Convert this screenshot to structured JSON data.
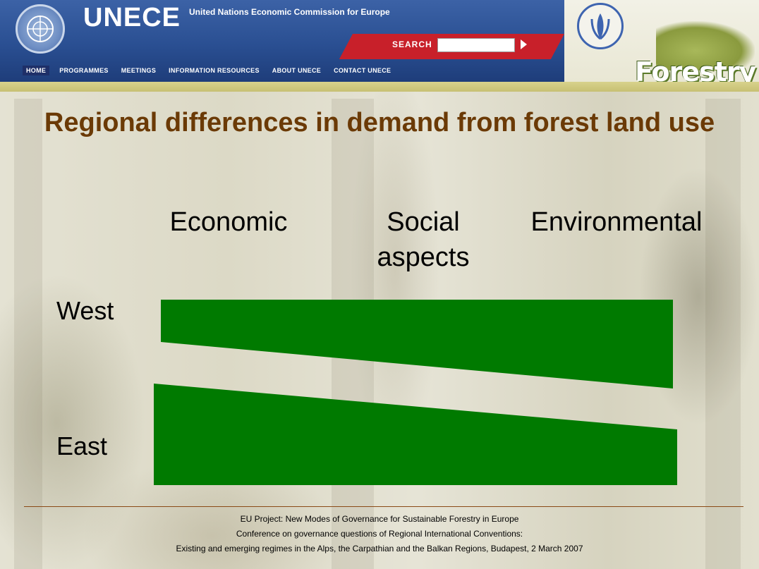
{
  "header": {
    "brand": "UNECE",
    "tagline": "United Nations Economic Commission for Europe",
    "search_label": "SEARCH",
    "search_value": "",
    "nav": [
      "HOME",
      "PROGRAMMES",
      "MEETINGS",
      "INFORMATION RESOURCES",
      "ABOUT UNECE",
      "CONTACT UNECE"
    ],
    "active_nav": "HOME",
    "section_label": "Forestry"
  },
  "slide": {
    "title": "Regional differences in demand from forest land use",
    "columns": [
      "Economic",
      "Social aspects",
      "Environmental"
    ],
    "rows": [
      "West",
      "East"
    ],
    "bar_color": "#007a00"
  },
  "footer": {
    "line1": "EU Project: New Modes of Governance for Sustainable Forestry in Europe",
    "line2": "Conference on governance questions of Regional International Conventions:",
    "line3": "Existing and emerging regimes in the Alps, the Carpathian and the Balkan Regions, Budapest, 2 March 2007"
  }
}
